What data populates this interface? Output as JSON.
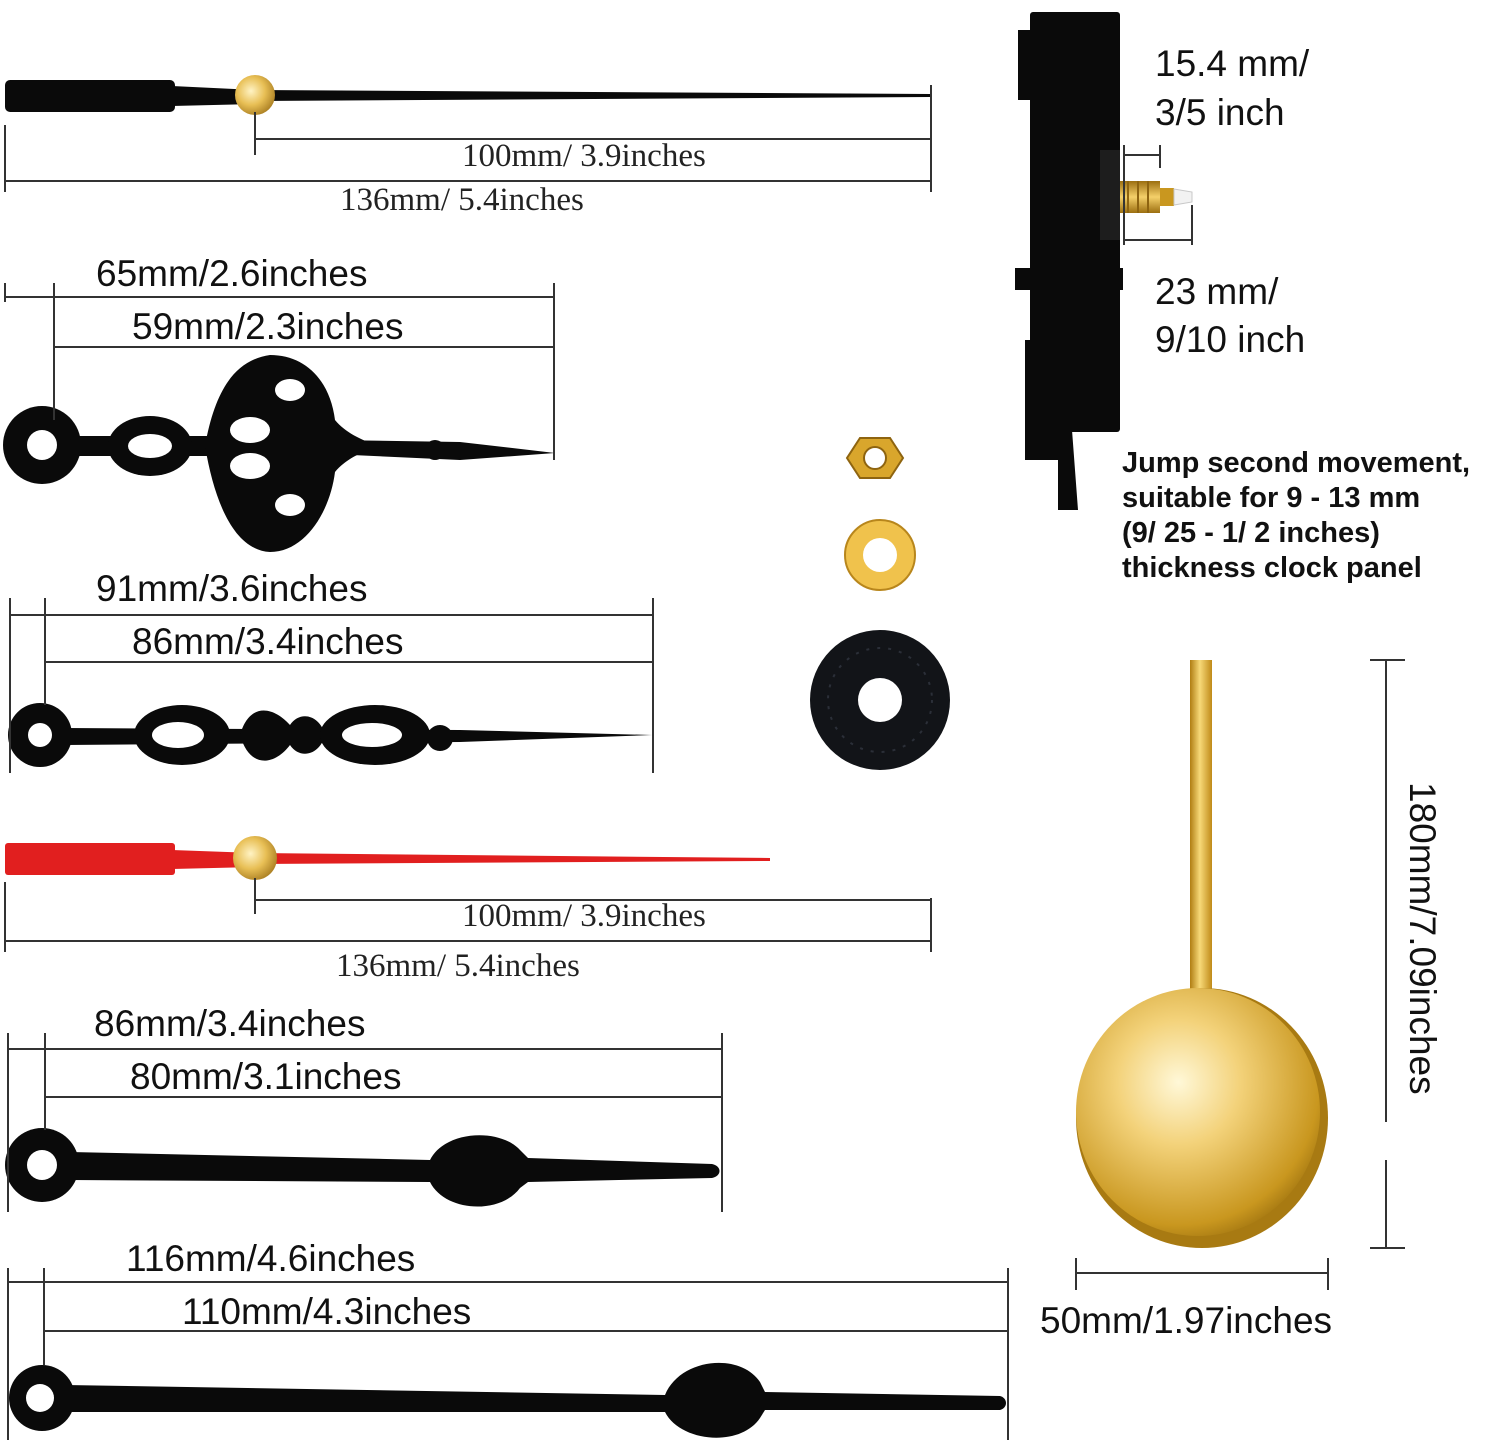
{
  "colors": {
    "hand_black": "#0a0a0a",
    "dimension_line": "#333333",
    "brass_light": "#f3d27a",
    "brass_dark": "#b8861c",
    "red_hand": "#e11f1f"
  },
  "second_hand_black": {
    "hand_length": "100mm/ 3.9inches",
    "total_length": "136mm/ 5.4inches"
  },
  "ornate_hour_hand": {
    "total_length": "65mm/2.6inches",
    "hand_length": "59mm/2.3inches"
  },
  "ornate_minute_hand": {
    "total_length": "91mm/3.6inches",
    "hand_length": "86mm/3.4inches"
  },
  "second_hand_red": {
    "hand_length": "100mm/ 3.9inches",
    "total_length": "136mm/ 5.4inches"
  },
  "plain_hour_hand": {
    "total_length": "86mm/3.4inches",
    "hand_length": "80mm/3.1inches"
  },
  "plain_minute_hand": {
    "total_length": "116mm/4.6inches",
    "hand_length": "110mm/4.3inches"
  },
  "movement": {
    "shaft_label_line1": "15.4 mm/",
    "shaft_label_line2": "3/5 inch",
    "thread_label_line1": "23 mm/",
    "thread_label_line2": "9/10 inch",
    "description_line1": "Jump second movement,",
    "description_line2": "suitable for 9 - 13 mm",
    "description_line3": "(9/ 25 - 1/ 2 inches)",
    "description_line4": "thickness clock panel"
  },
  "pendulum": {
    "length": "180mm/7.09inches",
    "bob_diameter": "50mm/1.97inches"
  }
}
